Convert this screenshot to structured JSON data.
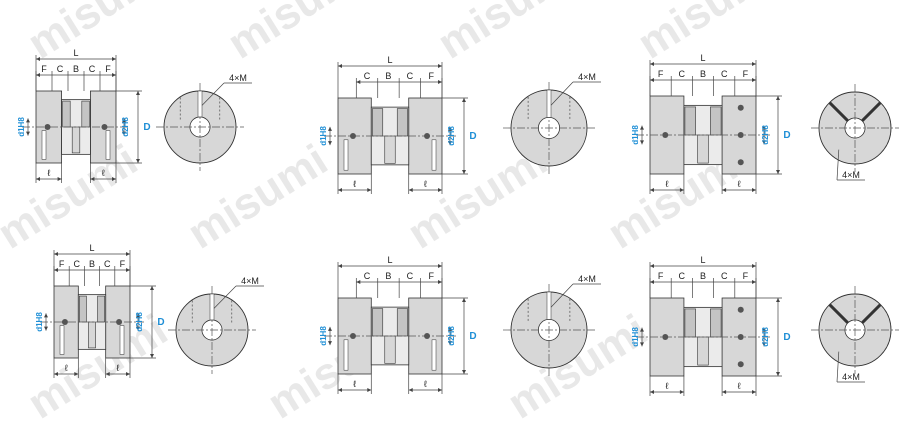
{
  "watermark": "misumi",
  "labels": {
    "L": "L",
    "F": "F",
    "C": "C",
    "B": "B",
    "l": "ℓ",
    "d1": "d1H8",
    "d2": "d2H8",
    "D": "D",
    "holes": "4×M"
  },
  "colors": {
    "line": "#333333",
    "dim": "#444444",
    "body": "#d7d7d7",
    "bodyLight": "#ebebeb",
    "bore": "#ffffff",
    "accent": "#1f8fd6",
    "watermark": "#e8e8e8"
  },
  "diagrams": [
    {
      "variant": "clamp",
      "parts": [
        "F",
        "C",
        "B",
        "C",
        "F"
      ]
    },
    {
      "variant": "clamp-spider",
      "parts": [
        "C",
        "B",
        "C",
        "F"
      ]
    },
    {
      "variant": "setscrew",
      "parts": [
        "F",
        "C",
        "B",
        "C",
        "F"
      ]
    },
    {
      "variant": "clamp",
      "parts": [
        "F",
        "C",
        "B",
        "C",
        "F"
      ]
    },
    {
      "variant": "clamp-spider",
      "parts": [
        "C",
        "B",
        "C",
        "F"
      ]
    },
    {
      "variant": "setscrew",
      "parts": [
        "F",
        "C",
        "B",
        "C",
        "F"
      ]
    }
  ]
}
